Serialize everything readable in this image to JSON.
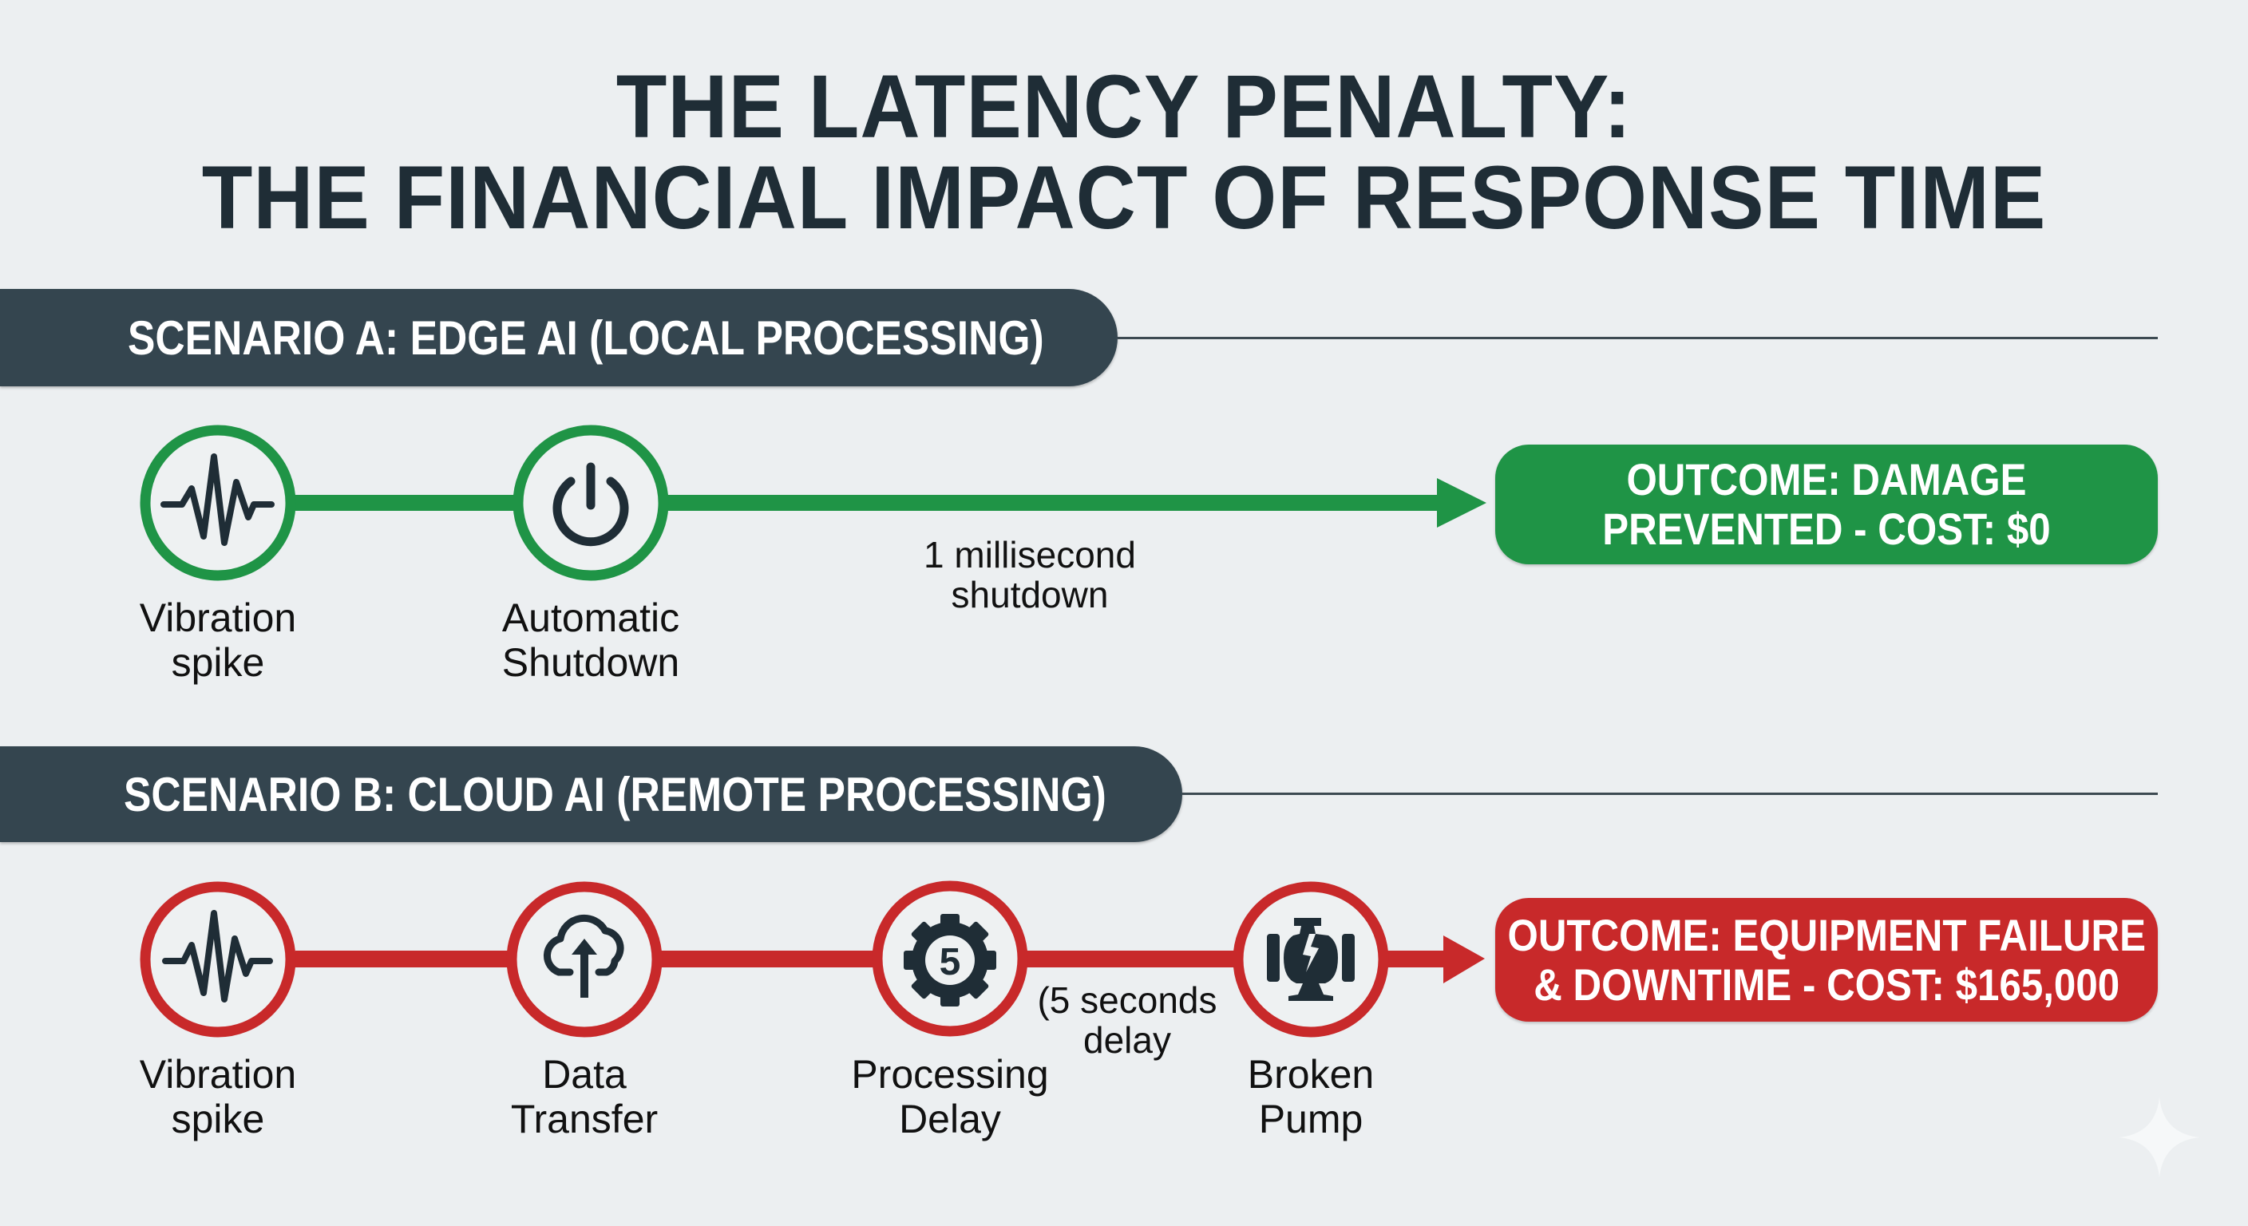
{
  "title": {
    "line1": "THE LATENCY PENALTY:",
    "line2": "THE FINANCIAL IMPACT OF RESPONSE TIME"
  },
  "colors": {
    "background": "#eceff1",
    "banner": "#34454f",
    "text_dark": "#1f2d36",
    "success": "#1f9446",
    "failure": "#c8292a",
    "icon": "#1f2d36"
  },
  "scenarios": [
    {
      "id": "A",
      "banner": "SCENARIO A: EDGE AI (LOCAL PROCESSING)",
      "status": "success",
      "steps": [
        {
          "icon": "vibration-waveform-icon",
          "label_line1": "Vibration",
          "label_line2": "spike"
        },
        {
          "icon": "power-icon",
          "label_line1": "Automatic",
          "label_line2": "Shutdown"
        }
      ],
      "delay_note": {
        "line1": "1 millisecond",
        "line2": "shutdown"
      },
      "outcome": {
        "line1": "OUTCOME: DAMAGE",
        "line2": "PREVENTED - COST: $0"
      }
    },
    {
      "id": "B",
      "banner": "SCENARIO B: CLOUD AI (REMOTE PROCESSING)",
      "status": "failure",
      "steps": [
        {
          "icon": "vibration-waveform-icon",
          "label_line1": "Vibration",
          "label_line2": "spike"
        },
        {
          "icon": "cloud-upload-icon",
          "label_line1": "Data",
          "label_line2": "Transfer"
        },
        {
          "icon": "gear-timer-icon",
          "icon_text": "5",
          "label_line1": "Processing",
          "label_line2": "Delay"
        },
        {
          "icon": "broken-pump-icon",
          "label_line1": "Broken",
          "label_line2": "Pump"
        }
      ],
      "delay_note": {
        "line1": "(5 seconds",
        "line2": "delay"
      },
      "outcome": {
        "line1": "OUTCOME: EQUIPMENT FAILURE",
        "line2": "& DOWNTIME - COST: $165,000"
      }
    }
  ],
  "watermark": {
    "icon": "sparkle-icon"
  }
}
